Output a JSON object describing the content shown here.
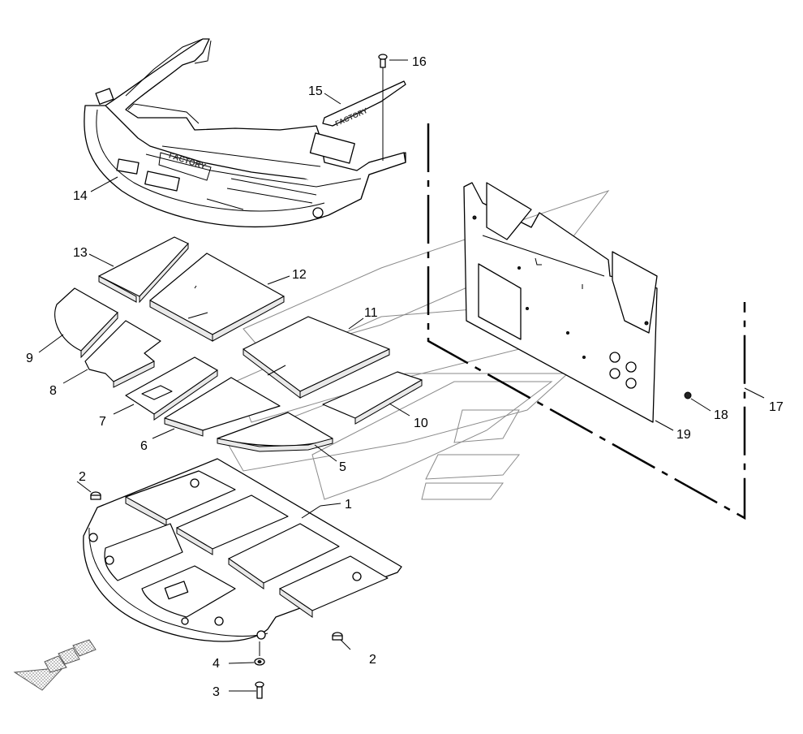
{
  "callouts": [
    {
      "id": "c1",
      "label": "1"
    },
    {
      "id": "c2a",
      "label": "2"
    },
    {
      "id": "c2b",
      "label": "2"
    },
    {
      "id": "c3",
      "label": "3"
    },
    {
      "id": "c4",
      "label": "4"
    },
    {
      "id": "c5",
      "label": "5"
    },
    {
      "id": "c6",
      "label": "6"
    },
    {
      "id": "c7",
      "label": "7"
    },
    {
      "id": "c8",
      "label": "8"
    },
    {
      "id": "c9",
      "label": "9"
    },
    {
      "id": "c10",
      "label": "10"
    },
    {
      "id": "c11",
      "label": "11"
    },
    {
      "id": "c12",
      "label": "12"
    },
    {
      "id": "c13",
      "label": "13"
    },
    {
      "id": "c14",
      "label": "14"
    },
    {
      "id": "c15",
      "label": "15"
    },
    {
      "id": "c16",
      "label": "16"
    },
    {
      "id": "c17",
      "label": "17"
    },
    {
      "id": "c18",
      "label": "18"
    },
    {
      "id": "c19",
      "label": "19"
    }
  ],
  "icons": {
    "direction_arrow": "front-direction-arrow-icon",
    "watermark": "watermark-logo"
  },
  "colors": {
    "line": "#000000",
    "watermark": "#8a8a8a",
    "arrow_fill": "#cfcfcf"
  }
}
